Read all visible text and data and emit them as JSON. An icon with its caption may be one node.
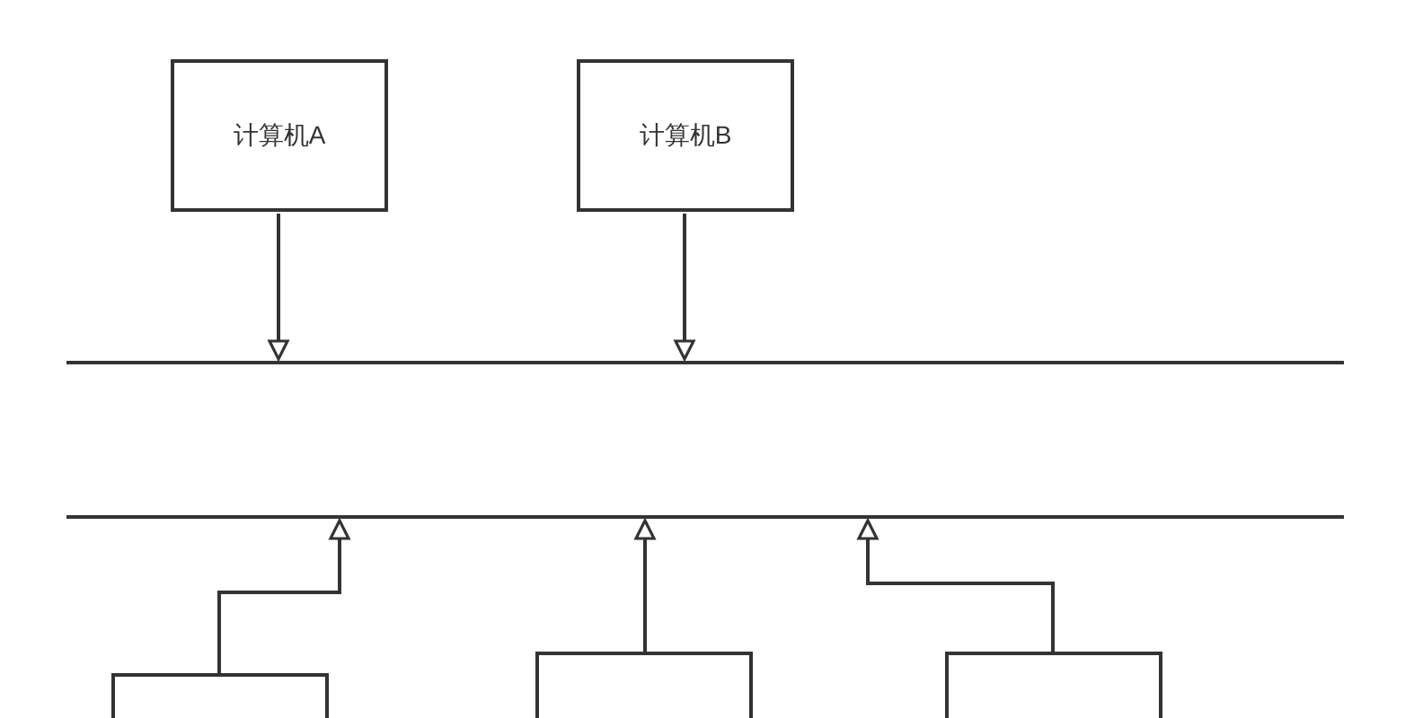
{
  "diagram": {
    "nodes": [
      {
        "text": [
          "计算机A"
        ]
      },
      {
        "text": [
          "计算机B"
        ]
      },
      {
        "text": [],
        "shape": "bar"
      },
      {
        "text": [],
        "shape": "bar"
      },
      {
        "text": [],
        "shape": "box"
      },
      {
        "text": [],
        "shape": "box"
      },
      {
        "text": [],
        "shape": "box"
      }
    ],
    "edges": [
      {
        "from": 0,
        "to": 2,
        "arrow": "to"
      },
      {
        "from": 1,
        "to": 2,
        "arrow": "to"
      },
      {
        "from": 4,
        "to": 3,
        "arrow": "to"
      },
      {
        "from": 5,
        "to": 3,
        "arrow": "to"
      },
      {
        "from": 6,
        "to": 3,
        "arrow": "to"
      }
    ]
  }
}
